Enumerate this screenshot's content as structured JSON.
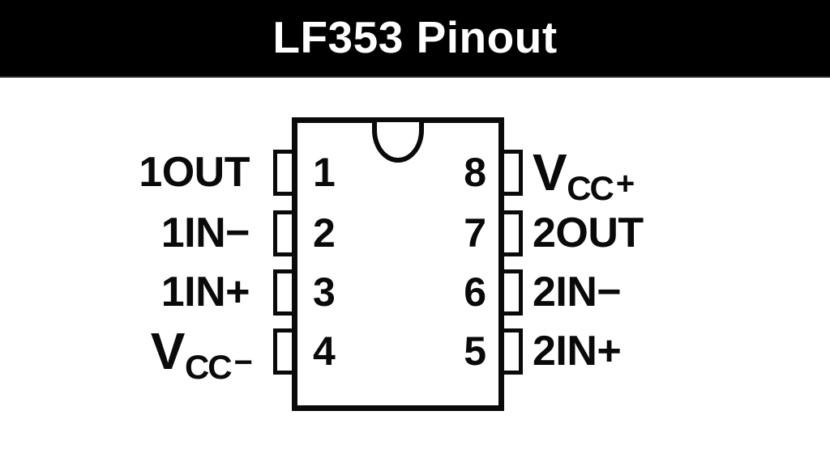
{
  "header": {
    "title": "LF353 Pinout"
  },
  "colors": {
    "header_bg": "#000000",
    "header_fg": "#ffffff",
    "diagram_line": "#0a0a0a",
    "background": "#ffffff"
  },
  "chip": {
    "left_pins": [
      {
        "number": "1",
        "label_pre": "1OUT",
        "label_sub": "",
        "label_post": ""
      },
      {
        "number": "2",
        "label_pre": "1IN−",
        "label_sub": "",
        "label_post": ""
      },
      {
        "number": "3",
        "label_pre": "1IN+",
        "label_sub": "",
        "label_post": ""
      },
      {
        "number": "4",
        "label_pre": "V",
        "label_sub": "CC",
        "label_post": "−"
      }
    ],
    "right_pins": [
      {
        "number": "8",
        "label_pre": "V",
        "label_sub": "CC",
        "label_post": "+"
      },
      {
        "number": "7",
        "label_pre": "2OUT",
        "label_sub": "",
        "label_post": ""
      },
      {
        "number": "6",
        "label_pre": "2IN−",
        "label_sub": "",
        "label_post": ""
      },
      {
        "number": "5",
        "label_pre": "2IN+",
        "label_sub": "",
        "label_post": ""
      }
    ]
  }
}
